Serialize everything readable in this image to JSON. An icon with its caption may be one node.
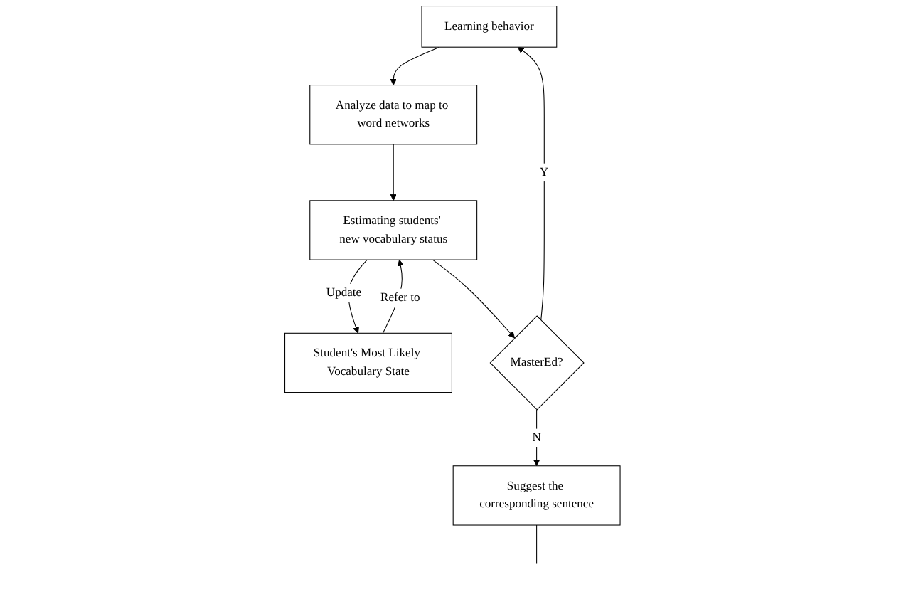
{
  "diagram": {
    "nodes": [
      {
        "text": [
          "Learning behavior"
        ]
      },
      {
        "text": [
          "Analyze data to map to word networks"
        ]
      },
      {
        "text": [
          "Estimating students' new vocabulary status"
        ]
      },
      {
        "text": [
          "Student's Most Likely Vocabulary State"
        ]
      },
      {
        "text": [
          "MasterEd?"
        ]
      },
      {
        "text": [
          "Suggest the corresponding sentence"
        ]
      }
    ],
    "edges": [
      {
        "from": 0,
        "to": 1,
        "arrow": "to"
      },
      {
        "from": 1,
        "to": 2,
        "arrow": "to"
      },
      {
        "from": 3,
        "to": 2,
        "arrow": "to",
        "label": "Refer to"
      },
      {
        "from": 2,
        "to": 3,
        "arrow": "to",
        "label": "Update"
      },
      {
        "from": 2,
        "to": 4,
        "arrow": "to"
      },
      {
        "from": 4,
        "to": 0,
        "arrow": "to",
        "label": "Y"
      },
      {
        "from": 4,
        "to": 5,
        "arrow": "to",
        "label": "N"
      },
      {
        "from": 5,
        "to": null,
        "arrow": "none"
      }
    ]
  }
}
